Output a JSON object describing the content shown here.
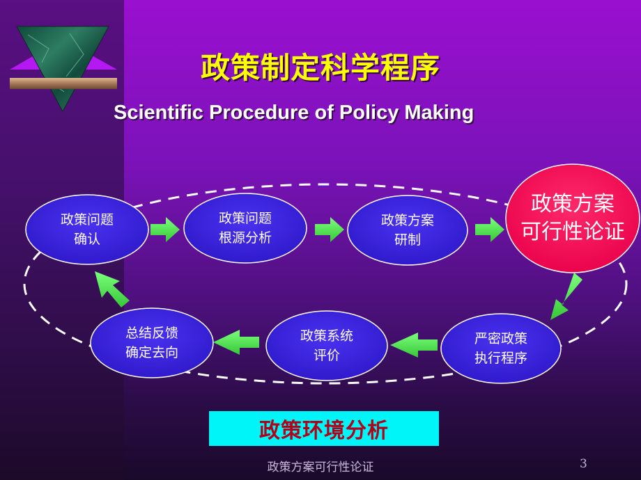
{
  "slide": {
    "title": "政策制定科学程序",
    "subtitle": "Scientific Procedure of Policy Making",
    "footer": "政策方案可行性论证",
    "page_number": "3"
  },
  "diagram": {
    "nodes": [
      {
        "id": "n1",
        "lines": [
          "政策问题",
          "确认"
        ]
      },
      {
        "id": "n2",
        "lines": [
          "政策问题",
          "根源分析"
        ]
      },
      {
        "id": "n3",
        "lines": [
          "政策方案",
          "研制"
        ]
      },
      {
        "id": "n4",
        "lines": [
          "政策方案",
          "可行性论证"
        ],
        "highlight": true
      },
      {
        "id": "n5",
        "lines": [
          "严密政策",
          "执行程序"
        ]
      },
      {
        "id": "n6",
        "lines": [
          "政策系统",
          "评价"
        ]
      },
      {
        "id": "n7",
        "lines": [
          "总结反馈",
          "确定去向"
        ]
      }
    ],
    "flow": [
      "n1",
      "n2",
      "n3",
      "n4",
      "n5",
      "n6",
      "n7",
      "n1"
    ],
    "environment_label": "政策环境分析"
  },
  "colors": {
    "node_fill": "#3a22d8",
    "node_highlight_fill": "#ff0a55",
    "arrow_fill": "#5ae85a",
    "title_color": "#ffff00",
    "env_box_fill": "#00f5f8",
    "env_text_color": "#b0001a"
  }
}
